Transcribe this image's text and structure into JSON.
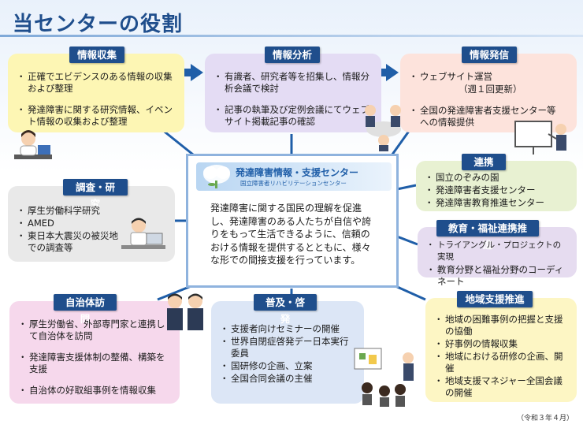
{
  "title": "当センターの役割",
  "center": {
    "logo_main": "発達障害情報・支援センター",
    "logo_sub": "国立障害者リハビリテーションセンター",
    "text": "発達障害に関する国民の理解を促進し、発達障害のある人たちが自信や誇りをもって生活できるように、信頼のおける情報を提供するとともに、様々な形での間接支援を行っています。"
  },
  "boxes": {
    "collect": {
      "header": "情報収集",
      "items": [
        "正確でエビデンスのある情報の収集および整理",
        "発達障害に関する研究情報、イベント情報の収集および整理"
      ]
    },
    "analyze": {
      "header": "情報分析",
      "items": [
        "有識者、研究者等を招集し、情報分析会議で検討",
        "記事の執筆及び定例会議にてウェブサイト掲載記事の確認"
      ]
    },
    "publish": {
      "header": "情報発信",
      "items": [
        "ウェブサイト運営",
        "（週１回更新）",
        "全国の発達障害者支援センター等への情報提供"
      ]
    },
    "cooperate": {
      "header": "連携",
      "items": [
        "国立のぞみの園",
        "発達障害者支援センター",
        "発達障害教育推進センター"
      ]
    },
    "research": {
      "header": "調査・研究",
      "items": [
        "厚生労働科学研究",
        "AMED",
        "東日本大震災の被災地での調査等"
      ]
    },
    "education": {
      "header": "教育・福祉連携推進",
      "items": [
        "トライアングル・プロジェクトの実現",
        "教育分野と福祉分野のコーディネート"
      ]
    },
    "municipal": {
      "header": "自治体訪問",
      "items": [
        "厚生労働省、外部専門家と連携して自治体を訪問",
        "発達障害支援体制の整備、構築を支援",
        "自治体の好取組事例を情報収集"
      ]
    },
    "outreach": {
      "header": "普及・啓発",
      "items": [
        "支援者向けセミナーの開催",
        "世界自閉症啓発デー日本実行委員",
        "国研修の企画、立案",
        "全国合同会議の主催"
      ]
    },
    "regional": {
      "header": "地域支援推進",
      "items": [
        "地域の困難事例の把握と支援の協働",
        "好事例の情報収集",
        "地域における研修の企画、開催",
        "地域支援マネジャー全国会議の開催"
      ]
    }
  },
  "note": "（令和３年４月）",
  "colors": {
    "header_bg": "#1f4e8c",
    "arrow": "#1f5ea8",
    "connector": "#1f5ea8"
  }
}
